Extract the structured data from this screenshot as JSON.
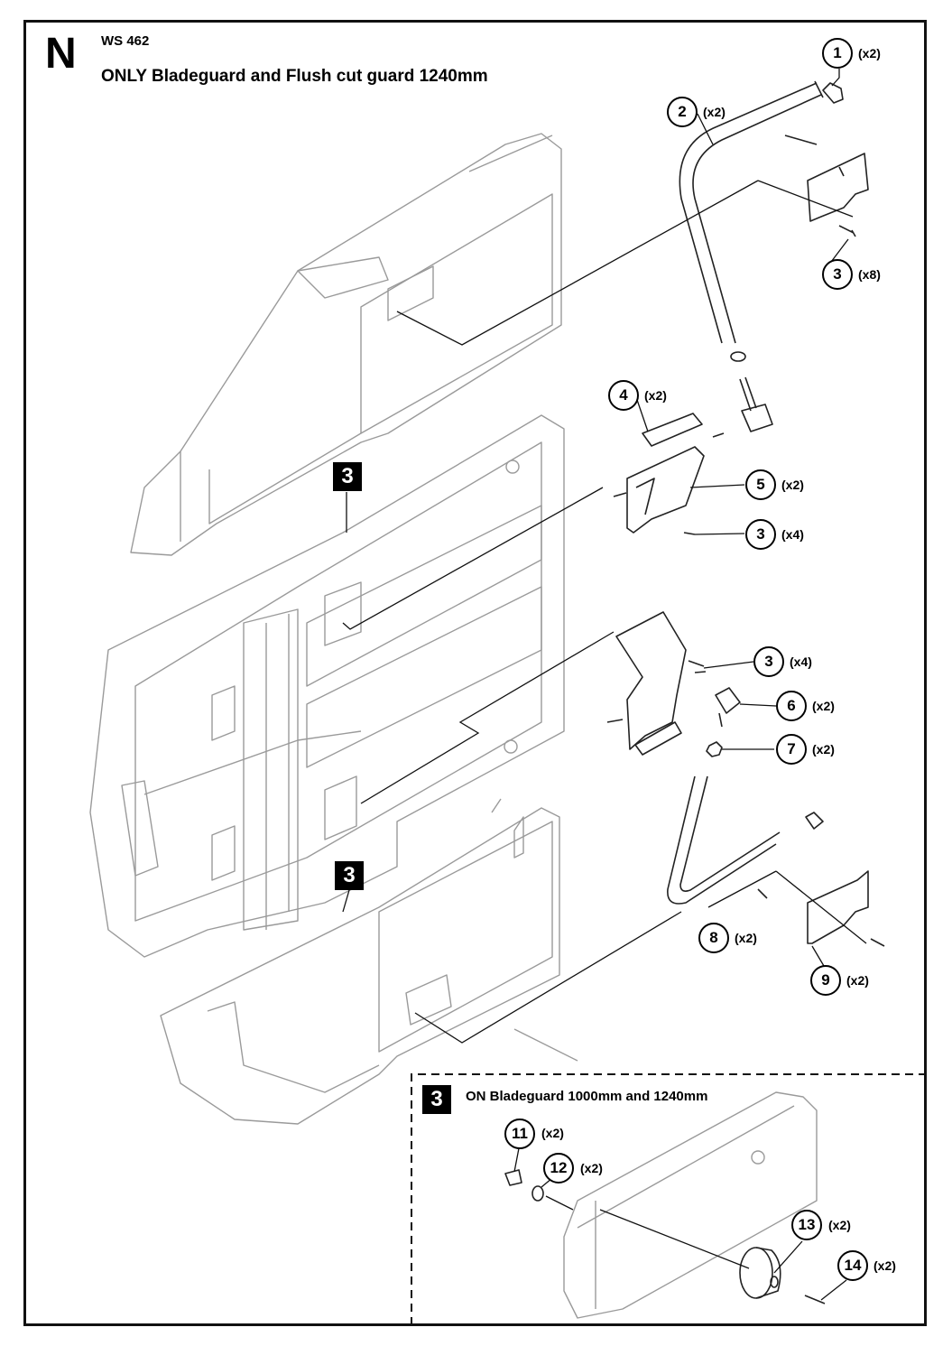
{
  "header": {
    "section_letter": "N",
    "model": "WS 462",
    "title": "ONLY Bladeguard and Flush cut guard 1240mm"
  },
  "inset": {
    "badge": "3",
    "title": "ON Bladeguard 1000mm and 1240mm"
  },
  "badges": [
    "3",
    "3"
  ],
  "callouts": [
    {
      "number": "1",
      "qty": "(x2)"
    },
    {
      "number": "2",
      "qty": "(x2)"
    },
    {
      "number": "3",
      "qty": "(x8)"
    },
    {
      "number": "4",
      "qty": "(x2)"
    },
    {
      "number": "5",
      "qty": "(x2)"
    },
    {
      "number": "3",
      "qty": "(x4)"
    },
    {
      "number": "3",
      "qty": "(x4)"
    },
    {
      "number": "6",
      "qty": "(x2)"
    },
    {
      "number": "7",
      "qty": "(x2)"
    },
    {
      "number": "8",
      "qty": "(x2)"
    },
    {
      "number": "9",
      "qty": "(x2)"
    },
    {
      "number": "11",
      "qty": "(x2)"
    },
    {
      "number": "12",
      "qty": "(x2)"
    },
    {
      "number": "13",
      "qty": "(x2)"
    },
    {
      "number": "14",
      "qty": "(x2)"
    }
  ]
}
